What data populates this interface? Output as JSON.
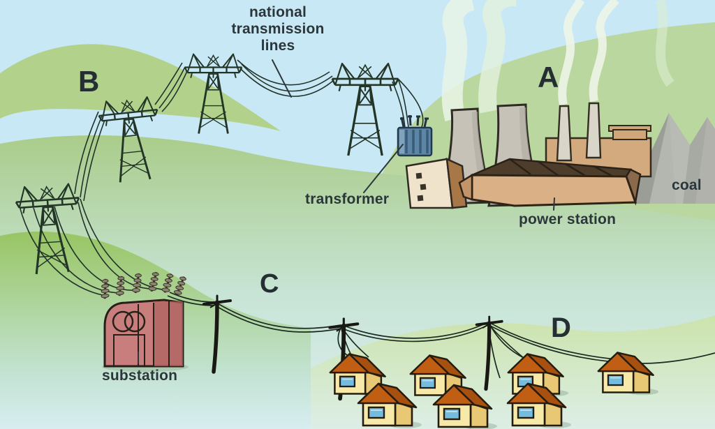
{
  "diagram": {
    "labels": {
      "national_transmission_lines": "national transmission lines",
      "marker_a": "A",
      "marker_b": "B",
      "marker_c": "C",
      "marker_d": "D",
      "transformer": "transformer",
      "power_station": "power station",
      "coal": "coal",
      "substation": "substation"
    },
    "illustrations": [
      "power-station-icon",
      "cooling-tower-icon",
      "chimney-smoke-icon",
      "coal-pile-icon",
      "transformer-icon",
      "transmission-pylon-icon",
      "transmission-wires-icon",
      "substation-icon",
      "utility-pole-icon",
      "house-icon"
    ],
    "colors": {
      "sky": "#c9e8f5",
      "hill_green": "#b2d28c",
      "valley_teal": "#d6ecec",
      "foreground_green": "#98c562",
      "station_wall_tan": "#dab187",
      "station_roof_brown": "#4e3d2a",
      "cooling_tower_gray": "#c6c2b8",
      "coal_gray": "#a7aaa2",
      "transformer_blue": "#5d86a6",
      "substation_pink": "#c87e7c",
      "house_wall_yellow": "#f7e9a8",
      "house_roof_orange": "#c05f14",
      "window_blue": "#74bbdd",
      "wire_dark": "#22332a",
      "label_text": "#2b363b"
    }
  }
}
